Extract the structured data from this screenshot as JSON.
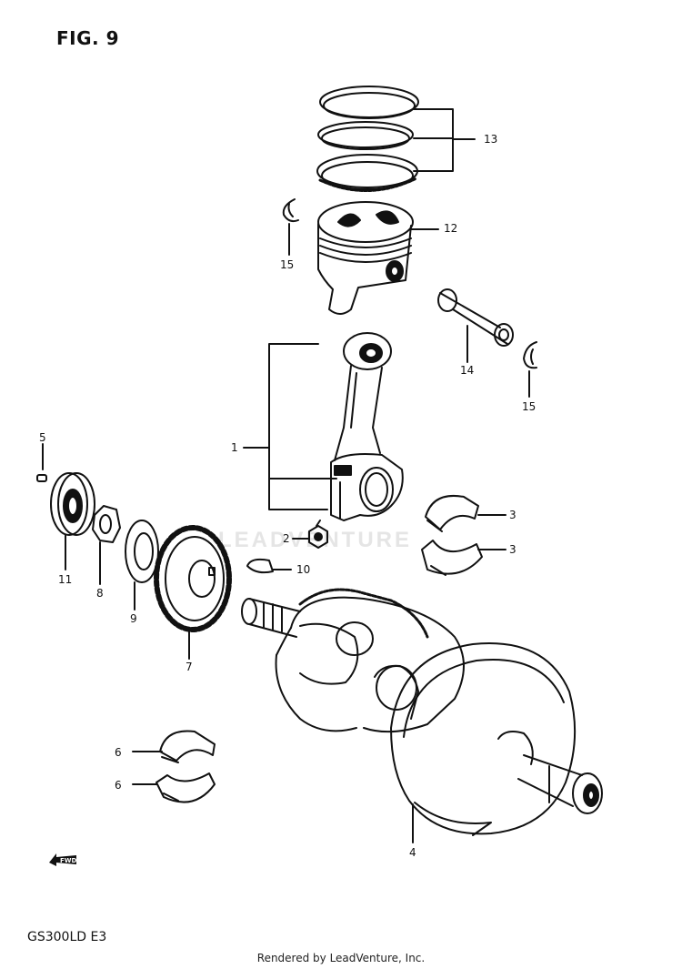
{
  "figure": {
    "title": "FIG. 9",
    "model_code": "GS300LD  E3",
    "footer": "Rendered by LeadVenture, Inc.",
    "watermark": "LEADVENTURE"
  },
  "direction_marker": {
    "label": "FWD"
  },
  "callouts": [
    {
      "id": "13",
      "label": "13"
    },
    {
      "id": "12",
      "label": "12"
    },
    {
      "id": "15a",
      "label": "15"
    },
    {
      "id": "14",
      "label": "14"
    },
    {
      "id": "15b",
      "label": "15"
    },
    {
      "id": "1",
      "label": "1"
    },
    {
      "id": "5",
      "label": "5"
    },
    {
      "id": "2",
      "label": "2"
    },
    {
      "id": "3a",
      "label": "3"
    },
    {
      "id": "3b",
      "label": "3"
    },
    {
      "id": "10",
      "label": "10"
    },
    {
      "id": "11",
      "label": "11"
    },
    {
      "id": "8",
      "label": "8"
    },
    {
      "id": "9",
      "label": "9"
    },
    {
      "id": "7",
      "label": "7"
    },
    {
      "id": "6a",
      "label": "6"
    },
    {
      "id": "6b",
      "label": "6"
    },
    {
      "id": "4",
      "label": "4"
    }
  ]
}
